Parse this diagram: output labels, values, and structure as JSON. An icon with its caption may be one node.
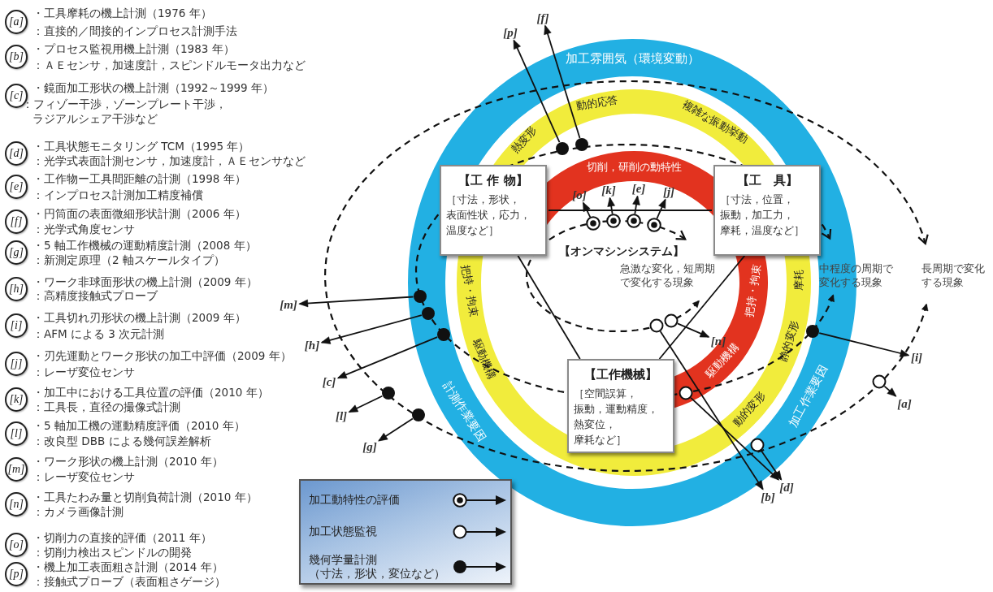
{
  "diagram": {
    "nodes": [
      {
        "text": [
          "[a]"
        ],
        "beside": [
          "・工具摩耗の機上計測（1976 年）",
          "：直接的／間接的インプロセス計測手法"
        ]
      },
      {
        "text": [
          "[b]"
        ],
        "beside": [
          "・プロセス監視用機上計測（1983 年）",
          "：ＡＥセンサ，加速度計，スピンドルモータ出力など"
        ]
      },
      {
        "text": [
          "[c]"
        ],
        "beside": [
          "・鏡面加工形状の機上計測（1992～1999 年）",
          "：フィゾー干渉，ゾーンプレート干渉，ラジアルシェア干渉など"
        ]
      },
      {
        "text": [
          "[d]"
        ],
        "beside": [
          "・工具状態モニタリング TCM（1995 年）",
          "：光学式表面計測センサ，加速度計，ＡＥセンサなど"
        ]
      },
      {
        "text": [
          "[e]"
        ],
        "beside": [
          "・工作物ー工具間距離の計測（1998 年）",
          "：インプロセス計測加工精度補償"
        ]
      },
      {
        "text": [
          "[f]"
        ],
        "beside": [
          "・円筒面の表面微細形状計測（2006 年）",
          "：光学式角度センサ"
        ]
      },
      {
        "text": [
          "[g]"
        ],
        "beside": [
          "・5 軸工作機械の運動精度計測（2008 年）",
          "：新測定原理（2 軸スケールタイプ）"
        ]
      },
      {
        "text": [
          "[h]"
        ],
        "beside": [
          "・ワーク非球面形状の機上計測（2009 年）",
          "：高精度接触式プローブ"
        ]
      },
      {
        "text": [
          "[i]"
        ],
        "beside": [
          "・工具切れ刃形状の機上計測（2009 年）",
          "：AFM による 3 次元計測"
        ]
      },
      {
        "text": [
          "[j]"
        ],
        "beside": [
          "・刃先運動とワーク形状の加工中評価（2009 年）",
          "：レーザ変位センサ"
        ]
      },
      {
        "text": [
          "[k]"
        ],
        "beside": [
          "・加工中における工具位置の評価（2010 年）",
          "：工具長，直径の撮像式計測"
        ]
      },
      {
        "text": [
          "[l]"
        ],
        "beside": [
          "・5 軸加工機の運動精度評価（2010 年）",
          "：改良型 DBB による幾何誤差解析"
        ]
      },
      {
        "text": [
          "[m]"
        ],
        "beside": [
          "・ワーク形状の機上計測（2010 年）",
          "：レーザ変位センサ"
        ]
      },
      {
        "text": [
          "[n]"
        ],
        "beside": [
          "・工具たわみ量と切削負荷計測（2010 年）",
          "：カメラ画像計測"
        ]
      },
      {
        "text": [
          "[o]"
        ],
        "beside": [
          "・切削力の直接的評価（2011 年）",
          "：切削力検出スピンドルの開発"
        ]
      },
      {
        "text": [
          "[p]"
        ],
        "beside": [
          "・機上加工表面粗さ計測（2014 年）",
          "：接触式プローブ（表面粗さゲージ）"
        ]
      },
      {
        "text": [
          "[f]"
        ]
      },
      {
        "text": [
          "[p]"
        ]
      },
      {
        "text": [],
        "shape": "dot"
      },
      {
        "text": [],
        "shape": "dot"
      },
      {
        "text": [
          "【工 作 物】",
          "［寸法，形状，表面性状，応力，温度など］"
        ]
      },
      {
        "text": [
          "【工　具】",
          "［寸法，位置，振動，加工力，摩耗，温度など］"
        ]
      },
      {
        "text": [
          "[o]"
        ]
      },
      {
        "text": [
          "[k]"
        ]
      },
      {
        "text": [
          "[e]"
        ]
      },
      {
        "text": [
          "[j]"
        ]
      },
      {
        "text": [],
        "shape": "bullseye"
      },
      {
        "text": [],
        "shape": "bullseye"
      },
      {
        "text": [],
        "shape": "bullseye"
      },
      {
        "text": [],
        "shape": "bullseye"
      },
      {
        "text": [],
        "shape": "dot"
      },
      {
        "text": [
          "[m]"
        ]
      },
      {
        "text": [],
        "shape": "circle"
      },
      {
        "text": [],
        "shape": "circle"
      },
      {
        "text": [],
        "shape": "dot"
      },
      {
        "text": [
          "[n]"
        ]
      },
      {
        "text": [
          "[h]"
        ]
      },
      {
        "text": [],
        "shape": "dot"
      },
      {
        "text": [],
        "shape": "dot"
      },
      {
        "text": [
          "[i]"
        ]
      },
      {
        "text": [
          "【工作機械】",
          "［空間誤算，振動，運動精度，熱変位，摩耗など］"
        ]
      },
      {
        "text": [
          "[c]"
        ]
      },
      {
        "text": [],
        "shape": "circle"
      },
      {
        "text": [],
        "shape": "circle"
      },
      {
        "text": [],
        "shape": "dot"
      },
      {
        "text": [
          "[a]"
        ]
      },
      {
        "text": [
          "[l]"
        ]
      },
      {
        "text": [],
        "shape": "dot"
      },
      {
        "text": [],
        "shape": "circle"
      },
      {
        "text": [
          "[g]"
        ]
      },
      {
        "text": [
          "[d]"
        ]
      },
      {
        "text": [
          "[b]"
        ]
      }
    ],
    "edges": [
      {
        "from": 18,
        "to": 16,
        "arrow": "to"
      },
      {
        "from": 19,
        "to": 17,
        "arrow": "to"
      },
      {
        "from": 20,
        "to": 21,
        "arrow": "none"
      },
      {
        "from": 26,
        "to": 22,
        "arrow": "to"
      },
      {
        "from": 27,
        "to": 23,
        "arrow": "to"
      },
      {
        "from": 28,
        "to": 24,
        "arrow": "to"
      },
      {
        "from": 29,
        "to": 25,
        "arrow": "to"
      },
      {
        "from": 20,
        "to": 40,
        "arrow": "none"
      },
      {
        "from": 21,
        "to": 40,
        "arrow": "none"
      },
      {
        "from": 30,
        "to": 31,
        "arrow": "to"
      },
      {
        "from": 32,
        "to": 35,
        "arrow": "to"
      },
      {
        "from": 33,
        "to": 51,
        "arrow": "to"
      },
      {
        "from": 34,
        "to": 39,
        "arrow": "to"
      },
      {
        "from": 37,
        "to": 36,
        "arrow": "to"
      },
      {
        "from": 38,
        "to": 41,
        "arrow": "to"
      },
      {
        "from": 42,
        "to": 45,
        "arrow": "to"
      },
      {
        "from": 43,
        "to": 50,
        "arrow": "to"
      },
      {
        "from": 44,
        "to": 46,
        "arrow": "to"
      },
      {
        "from": 47,
        "to": 49,
        "arrow": "to"
      },
      {
        "from": 48,
        "to": 50,
        "arrow": "to"
      }
    ],
    "labels": [
      "加工雰囲気（環境変動）",
      "動的応答",
      "複雑な振動挙動",
      "熱変形",
      "切削，研削の動特性",
      "【オンマシンシステム】",
      "急激な変化，短周期で変化する現象",
      "中程度の周期で変化する現象",
      "長周期で変化する現象",
      "把持・拘束",
      "摩耗",
      "把持・拘束",
      "駆動機構",
      "静的変形",
      "駆動機構",
      "動的変形",
      "計測作業要因",
      "加工作業要因"
    ],
    "legend": [
      {
        "text": "加工動特性の評価"
      },
      {
        "text": "加工状態監視"
      },
      {
        "text": "幾何学量計測（寸法，形状，変位など）"
      }
    ]
  }
}
